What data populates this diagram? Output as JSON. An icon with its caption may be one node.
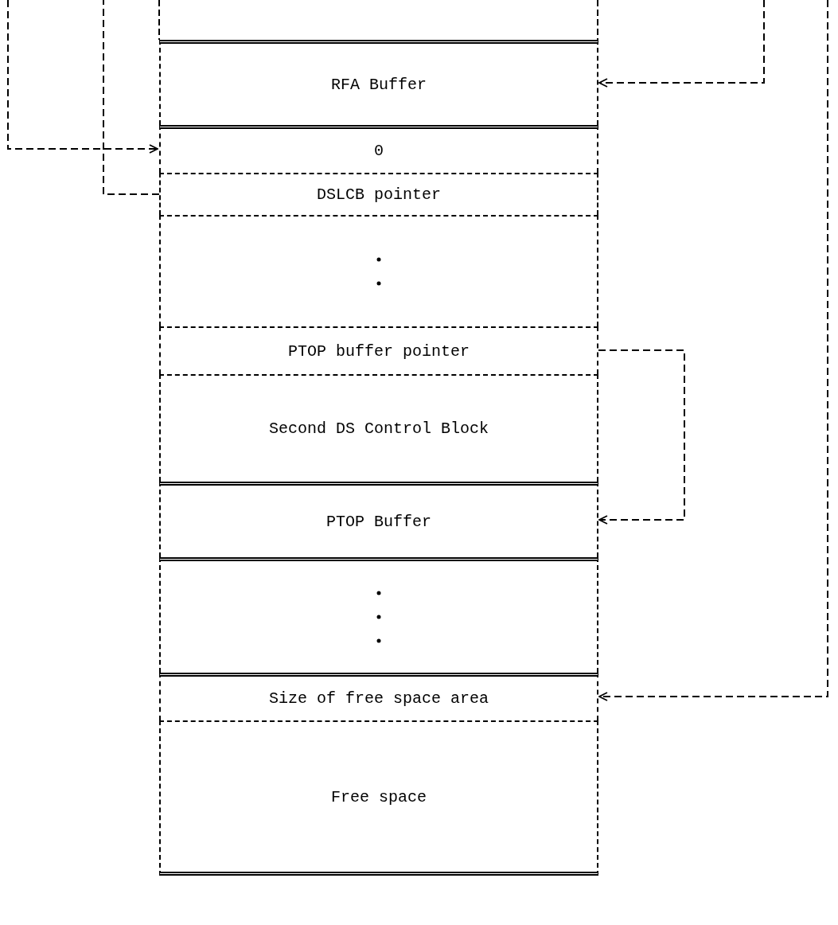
{
  "diagram": {
    "nodes": [
      {
        "text": [
          "RFA Buffer"
        ]
      },
      {
        "text": [
          "0"
        ]
      },
      {
        "text": [
          "DSLCB pointer"
        ]
      },
      {
        "text": [],
        "shape": "box"
      },
      {
        "text": [
          "PTOP buffer pointer"
        ]
      },
      {
        "text": [
          "Second DS Control Block"
        ]
      },
      {
        "text": [
          "PTOP Buffer"
        ]
      },
      {
        "text": [],
        "shape": "box"
      },
      {
        "text": [
          "Size of free space area"
        ]
      },
      {
        "text": [
          "Free space"
        ]
      }
    ],
    "edges": [
      {
        "from": null,
        "to": 1,
        "arrow": "to",
        "style": "dashed"
      },
      {
        "from": 2,
        "to": null,
        "arrow": "none",
        "style": "dashed"
      },
      {
        "from": null,
        "to": 0,
        "arrow": "to",
        "style": "dashed"
      },
      {
        "from": 4,
        "to": 6,
        "arrow": "to",
        "style": "dashed"
      },
      {
        "from": null,
        "to": 8,
        "arrow": "to",
        "style": "dashed"
      }
    ]
  }
}
